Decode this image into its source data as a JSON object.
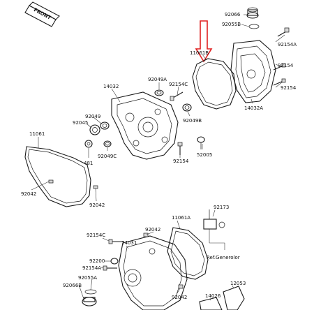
{
  "front_tag": "FRONT",
  "labels": [
    {
      "id": "p92066a",
      "text": "92066"
    },
    {
      "id": "p92055b",
      "text": "92055B"
    },
    {
      "id": "p92154a",
      "text": "92154A"
    },
    {
      "id": "p11061b",
      "text": "11061B"
    },
    {
      "id": "p92154r1",
      "text": "92154"
    },
    {
      "id": "p92154r2",
      "text": "92154"
    },
    {
      "id": "p14032a",
      "text": "14032A"
    },
    {
      "id": "p14032",
      "text": "14032"
    },
    {
      "id": "p92049a",
      "text": "92049A"
    },
    {
      "id": "p92154c",
      "text": "92154C"
    },
    {
      "id": "p92049",
      "text": "92049"
    },
    {
      "id": "p92045",
      "text": "92045"
    },
    {
      "id": "p92049b",
      "text": "92049B"
    },
    {
      "id": "p11061",
      "text": "11061"
    },
    {
      "id": "p92049c",
      "text": "92049C"
    },
    {
      "id": "p481",
      "text": "481"
    },
    {
      "id": "p52005",
      "text": "52005"
    },
    {
      "id": "p92154m",
      "text": "92154"
    },
    {
      "id": "p92042l",
      "text": "92042"
    },
    {
      "id": "p92042m",
      "text": "92042"
    },
    {
      "id": "p92173",
      "text": "92173"
    },
    {
      "id": "p92042c",
      "text": "92042"
    },
    {
      "id": "p11061a",
      "text": "11061A"
    },
    {
      "id": "p92154cb",
      "text": "92154C"
    },
    {
      "id": "p14031",
      "text": "14031"
    },
    {
      "id": "p92200",
      "text": "92200"
    },
    {
      "id": "p92154ab",
      "text": "92154A"
    },
    {
      "id": "p92055a",
      "text": "92055A"
    },
    {
      "id": "p92066b",
      "text": "92066B"
    },
    {
      "id": "p92042b",
      "text": "92042"
    },
    {
      "id": "p12053",
      "text": "12053"
    },
    {
      "id": "p14026",
      "text": "14026"
    },
    {
      "id": "refgen",
      "text": "Ref.Generolor"
    }
  ]
}
